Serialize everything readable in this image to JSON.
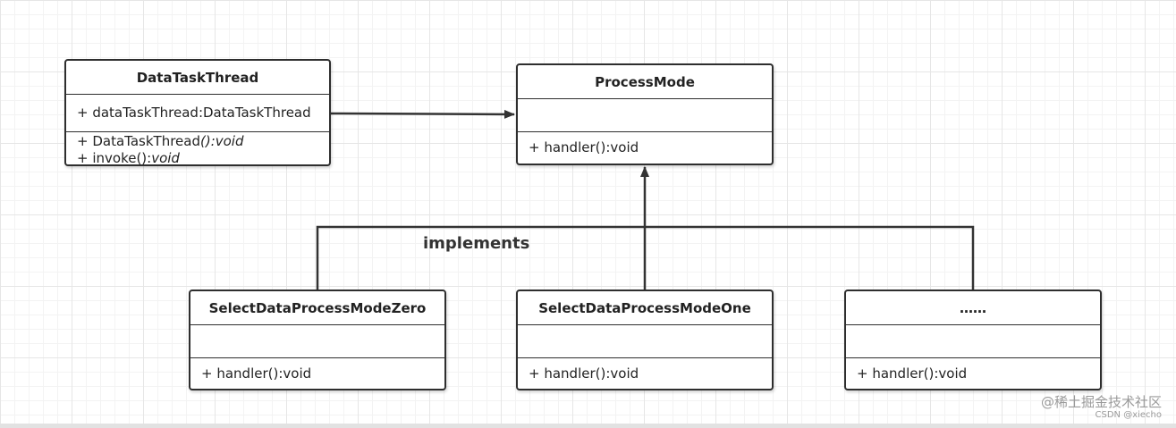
{
  "diagram": {
    "classes": [
      {
        "id": "data-task-thread",
        "name": "DataTaskThread",
        "attributes": [
          {
            "parts": [
              {
                "text": "+ dataTaskThread:DataTaskThread",
                "italic": false
              }
            ]
          }
        ],
        "operations": [
          {
            "parts": [
              {
                "text": "+ DataTaskThread",
                "italic": false
              },
              {
                "text": "():void",
                "italic": true
              }
            ]
          },
          {
            "parts": [
              {
                "text": "+ invoke():",
                "italic": false
              },
              {
                "text": "void",
                "italic": true
              }
            ]
          }
        ]
      },
      {
        "id": "process-mode",
        "name": "ProcessMode",
        "attributes": [],
        "operations": [
          {
            "parts": [
              {
                "text": "+ handler():void",
                "italic": false
              }
            ]
          }
        ]
      },
      {
        "id": "select-data-process-mode-zero",
        "name": "SelectDataProcessModeZero",
        "attributes": [],
        "operations": [
          {
            "parts": [
              {
                "text": "+ handler():void",
                "italic": false
              }
            ]
          }
        ]
      },
      {
        "id": "select-data-process-mode-one",
        "name": "SelectDataProcessModeOne",
        "attributes": [],
        "operations": [
          {
            "parts": [
              {
                "text": "+ handler():void",
                "italic": false
              }
            ]
          }
        ]
      },
      {
        "id": "more-implementations",
        "name": "……",
        "attributes": [],
        "operations": [
          {
            "parts": [
              {
                "text": "+ handler():void",
                "italic": false
              }
            ]
          }
        ]
      }
    ],
    "relations": [
      {
        "type": "association",
        "from": "data-task-thread",
        "to": "process-mode",
        "label": ""
      },
      {
        "type": "implements",
        "from": "select-data-process-mode-zero",
        "to": "process-mode",
        "label": "implements"
      },
      {
        "type": "implements",
        "from": "select-data-process-mode-one",
        "to": "process-mode",
        "label": ""
      },
      {
        "type": "implements",
        "from": "more-implementations",
        "to": "process-mode",
        "label": ""
      }
    ]
  },
  "watermark": {
    "main": "@稀土掘金技术社区",
    "sub": "CSDN @xiecho"
  }
}
